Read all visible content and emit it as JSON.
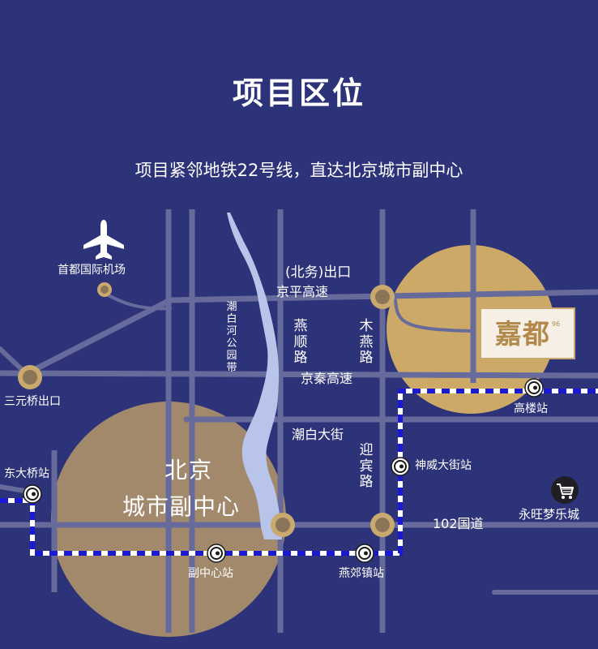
{
  "header": {
    "title": "项目区位",
    "subtitle": "项目紧邻地铁22号线，直达北京城市副中心"
  },
  "colors": {
    "background": "#2d3379",
    "road": "#676b9c",
    "gold": "#d4b072",
    "metro_line": "#1a1ad6",
    "river": "#b8c4ea"
  },
  "landmarks": {
    "airport": "首都国际机场",
    "sanyuanqiao_exit": "三元桥出口",
    "beiwu_exit": "(北务)出口",
    "city_center_line1": "北京",
    "city_center_line2": "城市副中心",
    "project_logo": "嘉都",
    "logo_mark": "96",
    "mall": "永旺梦乐城"
  },
  "roads": {
    "jingping": "京平高速",
    "jingqin": "京秦高速",
    "chaobai_street": "潮白大街",
    "national_102": "102国道",
    "yanshun": "燕顺路",
    "muyan": "木燕路",
    "yingbin": "迎宾路",
    "chaobai_park": "潮白河公园带"
  },
  "stations": {
    "dongdaqiao": "东大桥站",
    "fuzhongxin": "副中心站",
    "yanjiaozhen": "燕郊镇站",
    "shenweidajie": "神威大街站",
    "gaolou": "高楼站"
  },
  "icons": {
    "airport": "airplane-icon",
    "metro": "metro-station-icon",
    "mall": "shopping-cart-icon"
  }
}
